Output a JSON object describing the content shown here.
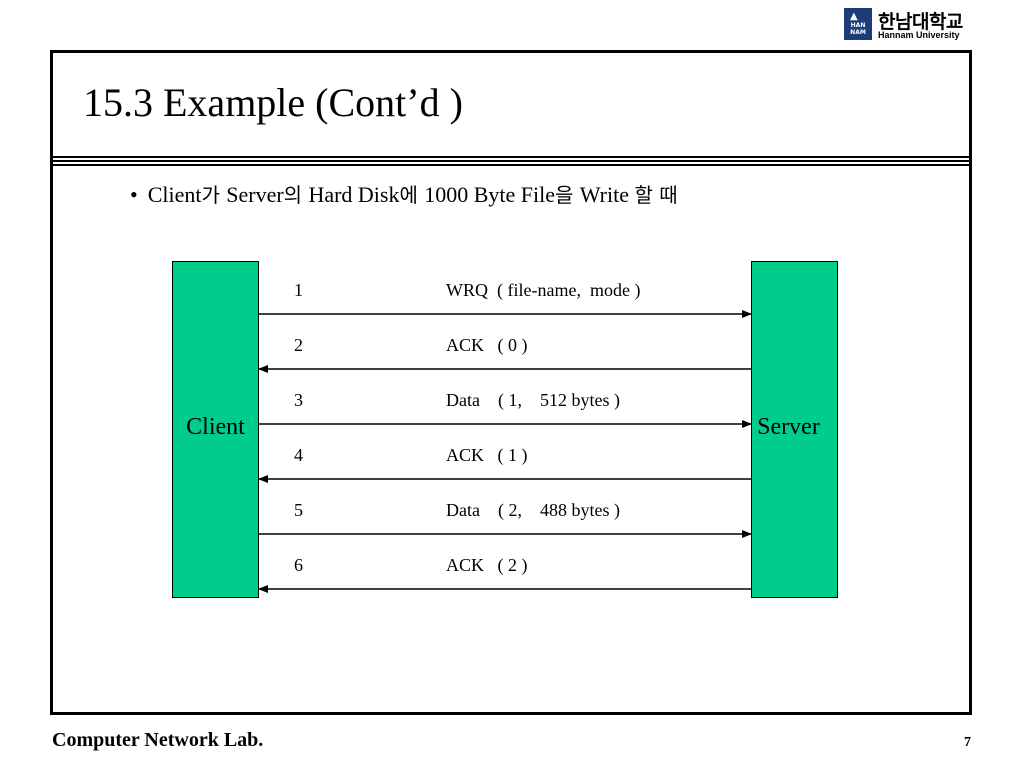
{
  "logo": {
    "mark_text": "HAN NAM",
    "name_kr": "한남대학교",
    "name_en": "Hannam University"
  },
  "slide": {
    "title": "15.3  Example (Cont’d )",
    "bullet": {
      "symbol": "•",
      "parts": [
        {
          "text": "Client",
          "lang": "en"
        },
        {
          "text": "가 ",
          "lang": "kr"
        },
        {
          "text": "Server",
          "lang": "en"
        },
        {
          "text": "의 ",
          "lang": "kr"
        },
        {
          "text": "Hard Disk",
          "lang": "en"
        },
        {
          "text": "에 ",
          "lang": "kr"
        },
        {
          "text": "1000 Byte File",
          "lang": "en"
        },
        {
          "text": "을 ",
          "lang": "kr"
        },
        {
          "text": "Write ",
          "lang": "en"
        },
        {
          "text": "할  때",
          "lang": "kr"
        }
      ]
    }
  },
  "diagram": {
    "client_label": "Client",
    "server_label": "Server",
    "messages": [
      {
        "num": "1",
        "text": "WRQ  ( file-name,  mode )",
        "direction": "to-server"
      },
      {
        "num": "2",
        "text": "ACK   ( 0 )",
        "direction": "to-client"
      },
      {
        "num": "3",
        "text": "Data    ( 1,    512 bytes )",
        "direction": "to-server"
      },
      {
        "num": "4",
        "text": "ACK   ( 1 )",
        "direction": "to-client"
      },
      {
        "num": "5",
        "text": "Data    ( 2,    488 bytes )",
        "direction": "to-server"
      },
      {
        "num": "6",
        "text": "ACK   ( 2 )",
        "direction": "to-client"
      }
    ]
  },
  "footer": {
    "lab": "Computer Network Lab.",
    "page": "7"
  }
}
